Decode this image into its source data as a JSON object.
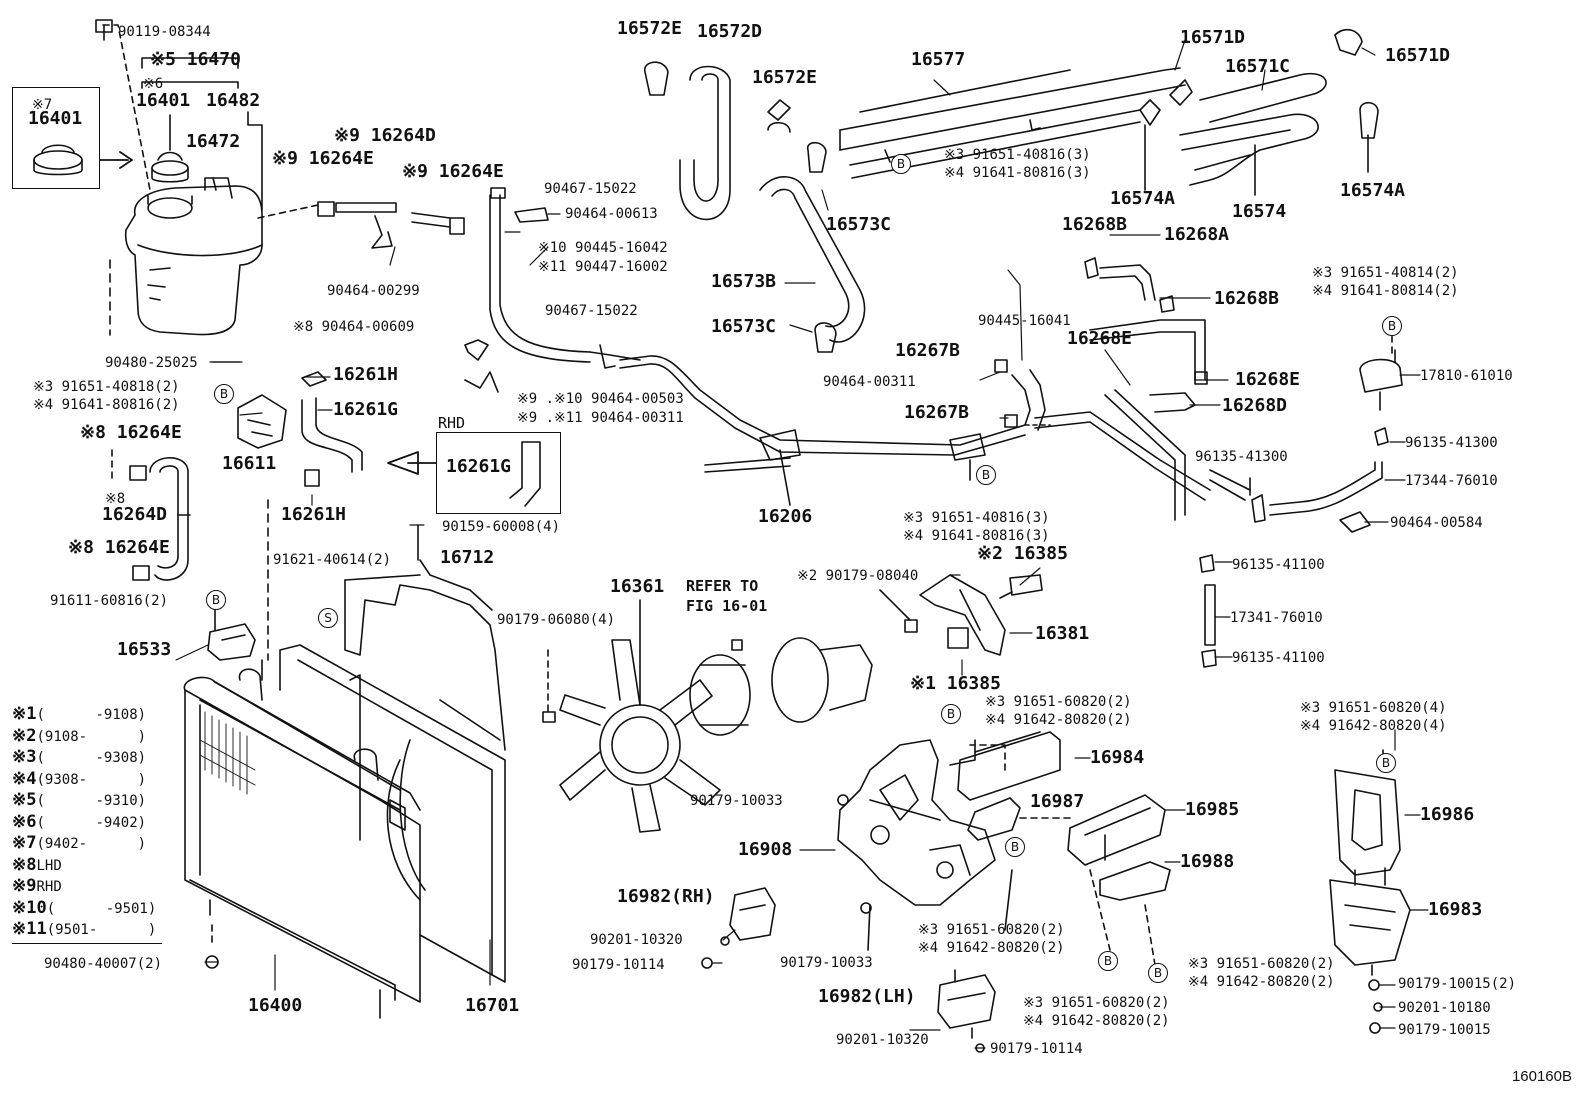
{
  "diagram_id": "160160B",
  "box_7": {
    "marker": "※7",
    "part": "16401"
  },
  "rhd_box": {
    "title": "RHD",
    "part": "16261G"
  },
  "refer": {
    "line1": "REFER TO",
    "line2": "FIG 16-01"
  },
  "legend": [
    {
      "mark": "※1",
      "range": "(      -9108)"
    },
    {
      "mark": "※2",
      "range": "(9108-      )"
    },
    {
      "mark": "※3",
      "range": "(      -9308)"
    },
    {
      "mark": "※4",
      "range": "(9308-      )"
    },
    {
      "mark": "※5",
      "range": "(      -9310)"
    },
    {
      "mark": "※6",
      "range": "(      -9402)"
    },
    {
      "mark": "※7",
      "range": "(9402-      )"
    },
    {
      "mark": "※8",
      "range": "LHD"
    },
    {
      "mark": "※9",
      "range": "RHD"
    },
    {
      "mark": "※10",
      "range": "(      -9501)"
    },
    {
      "mark": "※11",
      "range": "(9501-      )"
    }
  ],
  "labels": {
    "p90119_08344": "90119-08344",
    "p16470": "※5 16470",
    "m6": "※6",
    "p16401": "16401",
    "p16482": "16482",
    "p16472": "16472",
    "p16264E_a": "※9 16264E",
    "p16264D_a": "※9 16264D",
    "p16264E_b": "※9 16264E",
    "p90464_00299": "90464-00299",
    "p90467_15022_a": "90467-15022",
    "p90464_00613": "90464-00613",
    "p90445_16042": "※10 90445-16042",
    "p90447_16002": "※11 90447-16002",
    "p90467_15022_b": "90467-15022",
    "p90464_00609": "※8 90464-00609",
    "p90480_25025": "90480-25025",
    "p91651_40818": "※3 91651-40818(2)",
    "p91641_80816_a": "※4 91641-80816(2)",
    "p16261H_a": "16261H",
    "p16261G": "16261G",
    "p16611": "16611",
    "p16261H_b": "16261H",
    "p16264E_c": "※8 16264E",
    "m8": "※8",
    "p16264D_b": "16264D",
    "p16264E_d": "※8 16264E",
    "p91611_60816": "91611-60816(2)",
    "p16533": "16533",
    "p90464_00503": "※9 .※10 90464-00503",
    "p90464_00311_a": "※9 .※11 90464-00311",
    "p90159_60008": "90159-60008(4)",
    "p91621_40614": "91621-40614(2)",
    "p16712": "16712",
    "p16361": "16361",
    "p90179_06080": "90179-06080(4)",
    "p16572E_a": "16572E",
    "p16572D": "16572D",
    "p16572E_b": "16572E",
    "p16577": "16577",
    "p16571D_a": "16571D",
    "p16571C": "16571C",
    "p16571D_b": "16571D",
    "p91651_40816_a": "※3 91651-40816(3)",
    "p91641_80816_b": "※4 91641-80816(3)",
    "p16574A_a": "16574A",
    "p16574": "16574",
    "p16574A_b": "16574A",
    "p16573C_a": "16573C",
    "p16573B": "16573B",
    "p16573C_b": "16573C",
    "p16268B_a": "16268B",
    "p16268A": "16268A",
    "p16268B_b": "16268B",
    "p91651_40814": "※3 91651-40814(2)",
    "p91641_80814": "※4 91641-80814(2)",
    "p90445_16041": "90445-16041",
    "p16267B_a": "16267B",
    "p16268E_a": "16268E",
    "p90464_00311_b": "90464-00311",
    "p16268E_b": "16268E",
    "p17810_61010": "17810-61010",
    "p16267B_b": "16267B",
    "p16268D": "16268D",
    "p96135_41300_a": "96135-41300",
    "p96135_41300_b": "96135-41300",
    "p17344_76010": "17344-76010",
    "p16206": "16206",
    "p91651_40816_b": "※3 91651-40816(3)",
    "p91641_80816_c": "※4 91641-80816(3)",
    "p90464_00584": "90464-00584",
    "p16385_a": "※2 16385",
    "p90179_08040": "※2 90179-08040",
    "p96135_41100_a": "96135-41100",
    "p16381": "16381",
    "p17341_76010": "17341-76010",
    "p96135_41100_b": "96135-41100",
    "p16385_b": "※1 16385",
    "p91651_60820_a": "※3 91651-60820(2)",
    "p91642_80820_a": "※4 91642-80820(2)",
    "p91651_60820_b": "※3 91651-60820(4)",
    "p91642_80820_b": "※4 91642-80820(4)",
    "p16984": "16984",
    "p90179_10033_a": "90179-10033",
    "p16987": "16987",
    "p16985": "16985",
    "p16986": "16986",
    "p16908": "16908",
    "p16988": "16988",
    "p16982RH": "16982(RH)",
    "p16983": "16983",
    "p90201_10320_a": "90201-10320",
    "p91651_60820_c": "※3 91651-60820(2)",
    "p91642_80820_c": "※4 91642-80820(2)",
    "p90179_10114_a": "90179-10114",
    "p90179_10033_b": "90179-10033",
    "p91651_60820_d": "※3 91651-60820(2)",
    "p91642_80820_d": "※4 91642-80820(2)",
    "p90179_10015_a": "90179-10015(2)",
    "p90480_40007": "90480-40007(2)",
    "p16400": "16400",
    "p16701": "16701",
    "p16982LH": "16982(LH)",
    "p91651_60820_e": "※3 91651-60820(2)",
    "p91642_80820_e": "※4 91642-80820(2)",
    "p90201_10180": "90201-10180",
    "p90179_10015_b": "90179-10015",
    "p90201_10320_b": "90201-10320",
    "p90179_10114_b": "90179-10114"
  },
  "badges": {
    "b": "B",
    "s": "S"
  }
}
